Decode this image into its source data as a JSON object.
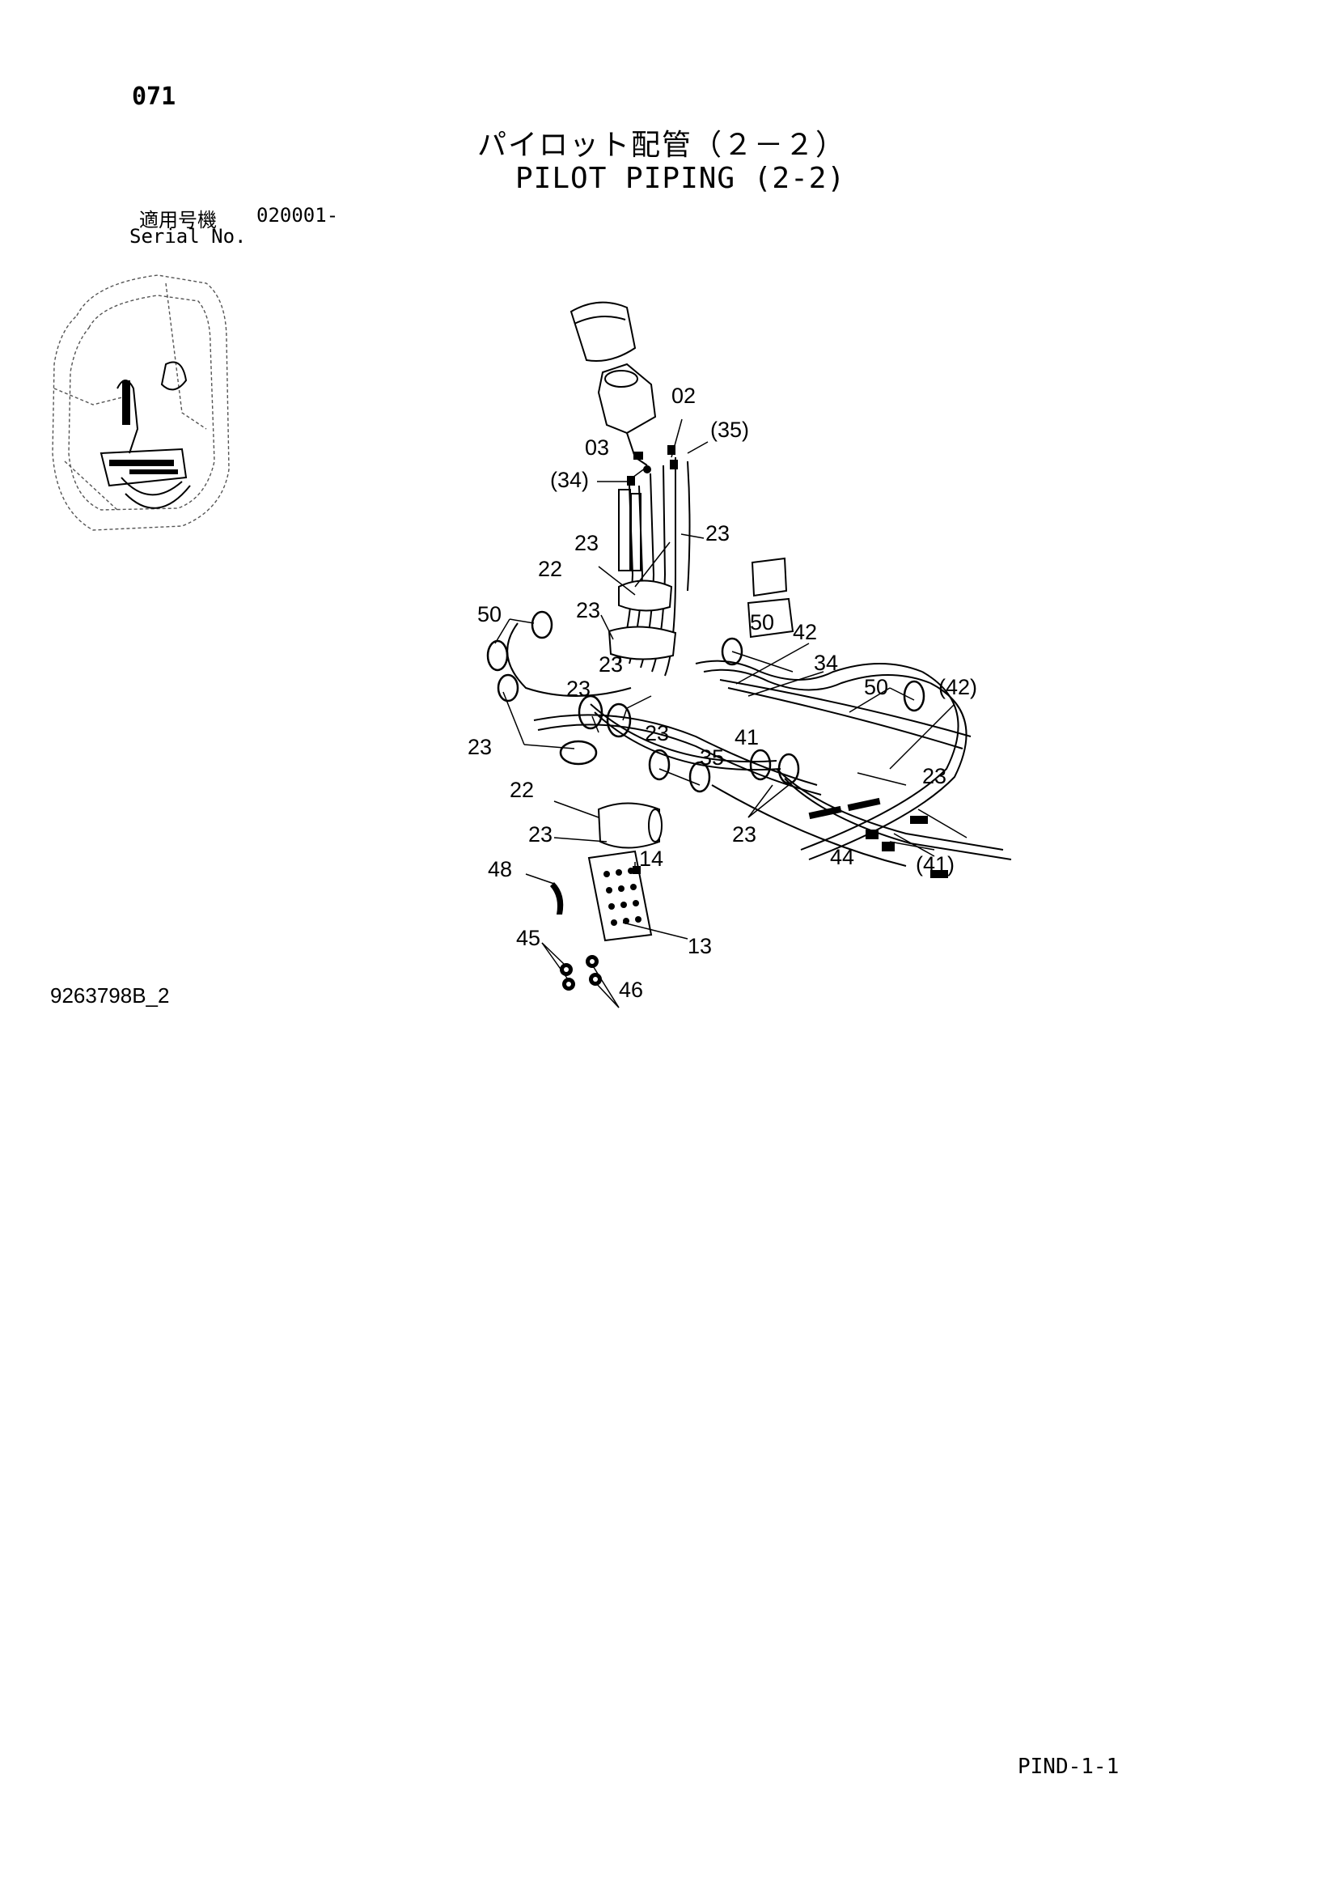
{
  "header": {
    "page_number": "071",
    "title_jp": "パイロット配管（２－２）",
    "title_en": "PILOT PIPING (2-2)",
    "serial_label_jp": "適用号機",
    "serial_value": "020001-",
    "serial_label_en": "Serial No."
  },
  "callouts": {
    "c02": "02",
    "c35a": "(35)",
    "c03": "03",
    "c34a": "(34)",
    "c23a": "23",
    "c23b": "23",
    "c22a": "22",
    "c23c": "23",
    "c50a": "50",
    "c50b": "50",
    "c42": "42",
    "c34b": "34",
    "c23d": "23",
    "c23e": "23",
    "c50c": "50",
    "c42p": "(42)",
    "c23f": "23",
    "c23g": "23",
    "c35b": "35",
    "c41": "41",
    "c23h": "23",
    "c22b": "22",
    "c23i": "23",
    "c23j": "23",
    "c44": "44",
    "c41p": "(41)",
    "c14": "14",
    "c48": "48",
    "c13": "13",
    "c45": "45",
    "c46": "46"
  },
  "footer": {
    "drawing_code": "9263798B_2",
    "sheet_code": "PIND-1-1"
  }
}
